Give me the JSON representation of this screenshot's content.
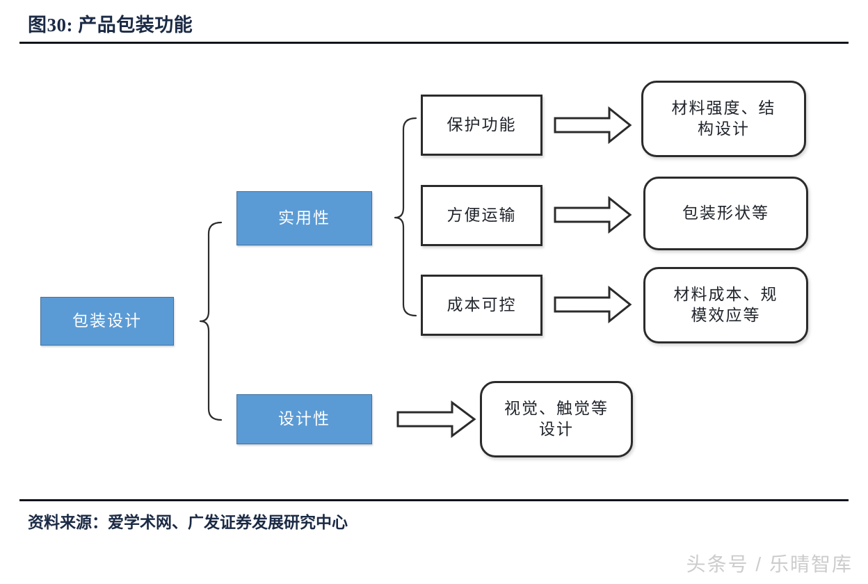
{
  "header": {
    "figure_label": "图30:",
    "title": "产品包装功能",
    "full_title": "图30:  产品包装功能"
  },
  "footer": {
    "source_label": "资料来源：",
    "source_text": "资料来源：爱学术网、广发证券发展研究中心",
    "watermark": "头条号 / 乐晴智库"
  },
  "colors": {
    "blue_fill": "#5b9bd5",
    "blue_border": "#41719c",
    "box_border": "#2b2b2b",
    "rule": "#10131a",
    "title_text": "#1b2a45",
    "watermark_text": "#cccccc"
  },
  "diagram": {
    "type": "tree",
    "root": {
      "label": "包装设计"
    },
    "branches": [
      {
        "label": "实用性",
        "children": [
          {
            "label": "保护功能",
            "outcome": "材料强度、结\n构设计"
          },
          {
            "label": "方便运输",
            "outcome": "包装形状等"
          },
          {
            "label": "成本可控",
            "outcome": "材料成本、规\n模效应等"
          }
        ]
      },
      {
        "label": "设计性",
        "children": [
          {
            "label": "",
            "outcome": "视觉、触觉等\n设计"
          }
        ]
      }
    ],
    "nodes": {
      "root": "包装设计",
      "branch_practical": "实用性",
      "branch_design": "设计性",
      "mid_protection": "保护功能",
      "mid_transport": "方便运输",
      "mid_cost": "成本可控",
      "out_material_strength": "材料强度、结\n构设计",
      "out_package_shape": "包装形状等",
      "out_material_cost": "材料成本、规\n模效应等",
      "out_visual_tactile": "视觉、触觉等\n设计"
    },
    "connectors": {
      "bracket_root": "curly-brace",
      "bracket_practical": "curly-brace",
      "arrow_protection": "block-arrow-right",
      "arrow_transport": "block-arrow-right",
      "arrow_cost": "block-arrow-right",
      "arrow_design": "block-arrow-right"
    }
  }
}
